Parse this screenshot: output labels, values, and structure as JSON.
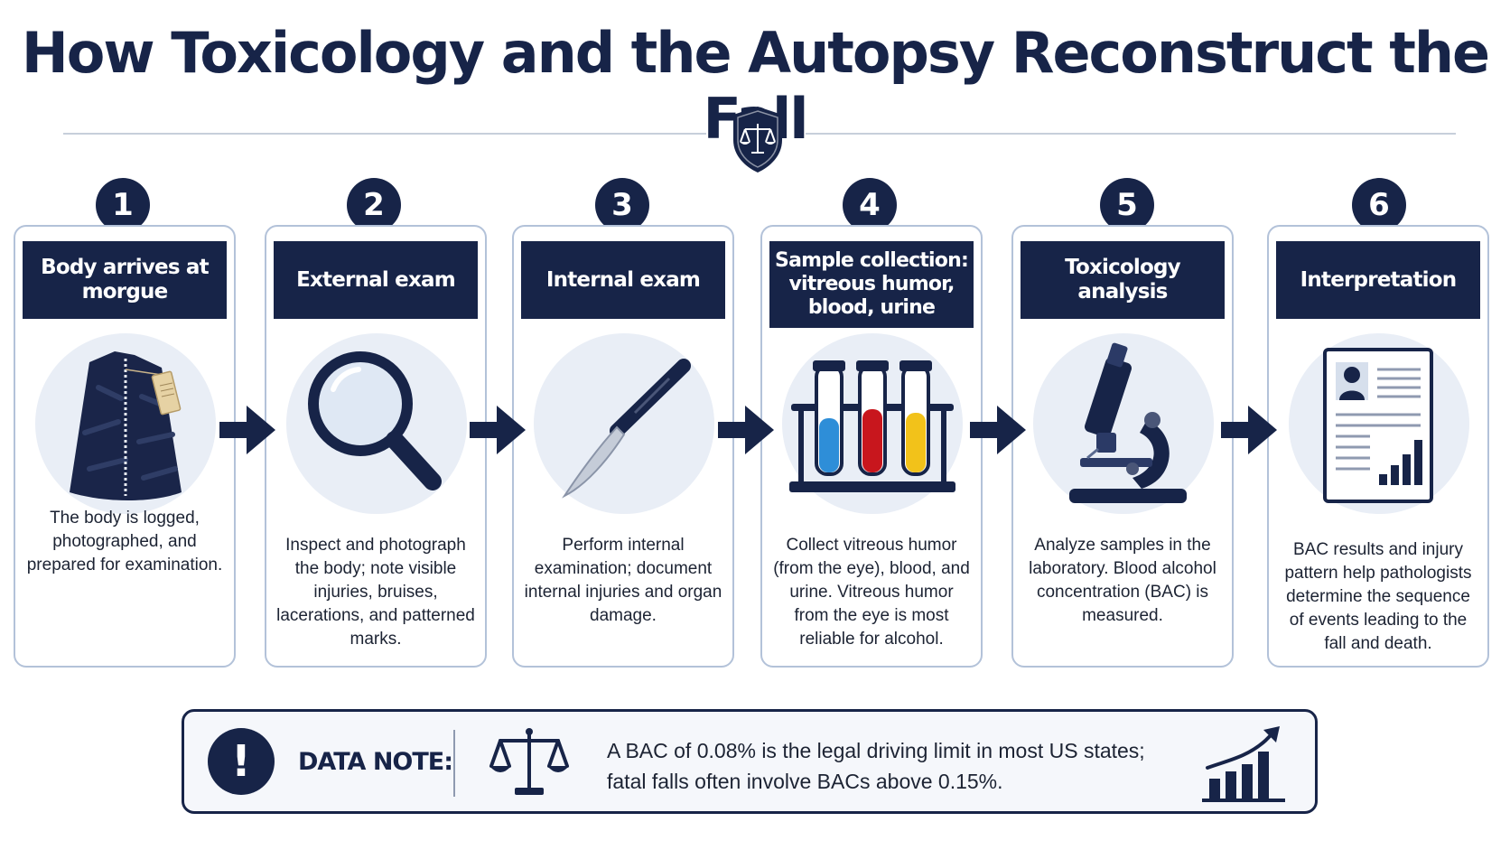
{
  "title": "How Toxicology and the Autopsy Reconstruct the Fall",
  "colors": {
    "navy": "#172448",
    "border": "#b3c2d9",
    "circle_bg": "#e9eef6",
    "blue_sample": "#2e8ed8",
    "red_sample": "#c8161d",
    "yellow_sample": "#f2c21a"
  },
  "steps": [
    {
      "number": "1",
      "title": "Body arrives at morgue",
      "icon": "body-bag-icon",
      "text": "The body is logged, photographed, and prepared for examination."
    },
    {
      "number": "2",
      "title": "External exam",
      "icon": "magnifying-glass-icon",
      "text": "Inspect and photograph the body; note visible injuries, bruises, lacerations, and patterned marks."
    },
    {
      "number": "3",
      "title": "Internal exam",
      "icon": "scalpel-icon",
      "text": "Perform internal examination; document internal injuries and organ damage."
    },
    {
      "number": "4",
      "title": "Sample collection: vitreous humor, blood, urine",
      "icon": "test-tubes-icon",
      "text": "Collect vitreous humor (from the eye), blood, and urine. Vitreous humor from the eye is most reliable for alcohol."
    },
    {
      "number": "5",
      "title": "Toxicology analysis",
      "icon": "microscope-icon",
      "text": "Analyze samples in the laboratory. Blood alcohol concentration (BAC) is measured."
    },
    {
      "number": "6",
      "title": "Interpretation",
      "icon": "report-chart-icon",
      "text": "BAC results and injury pattern help pathologists determine the sequence of events leading to the fall and death."
    }
  ],
  "note": {
    "label": "DATA NOTE:",
    "alert_symbol": "!",
    "line1": "A BAC of 0.08% is the legal driving limit in most US states;",
    "line2": "fatal falls often involve BACs above 0.15%."
  }
}
